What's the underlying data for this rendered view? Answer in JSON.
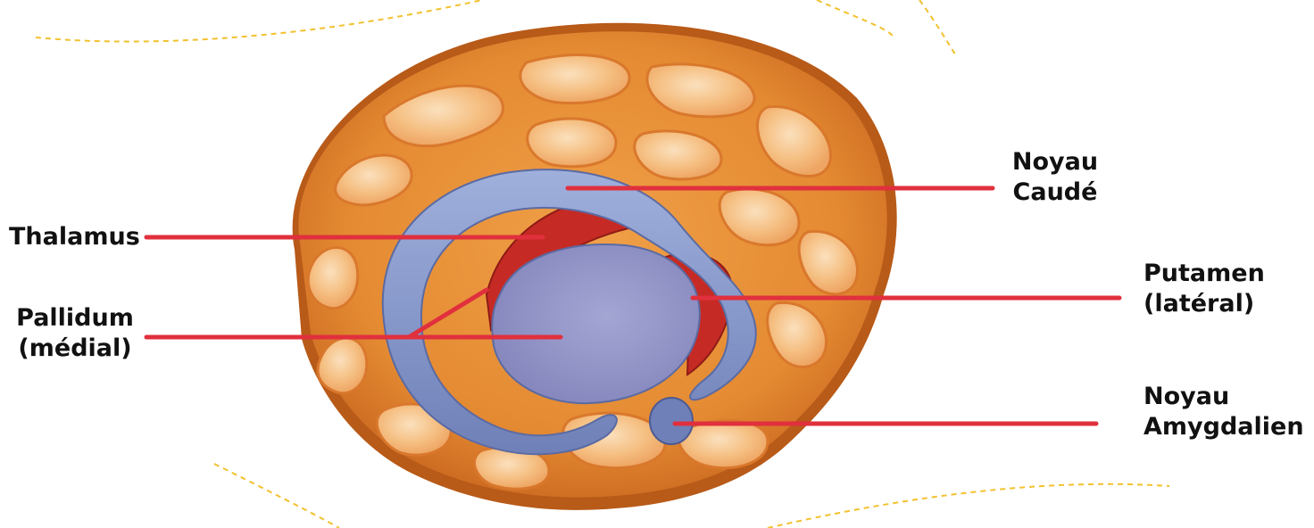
{
  "colors": {
    "leader_line": "#e1303d",
    "brain_orange": "#e8923a",
    "gyri_highlight": "#f7c48c",
    "ventricle_blue": "#8596c8",
    "deep_red": "#c62a24",
    "dashed_curve": "#f2c12e"
  },
  "labels": {
    "thalamus": {
      "line1": "Thalamus"
    },
    "pallidum": {
      "line1": "Pallidum",
      "line2": "(médial)"
    },
    "caude": {
      "line1": "Noyau",
      "line2": "Caudé"
    },
    "putamen": {
      "line1": "Putamen",
      "line2": "(latéral)"
    },
    "amygdalien": {
      "line1": "Noyau",
      "line2": "Amygdalien"
    }
  }
}
